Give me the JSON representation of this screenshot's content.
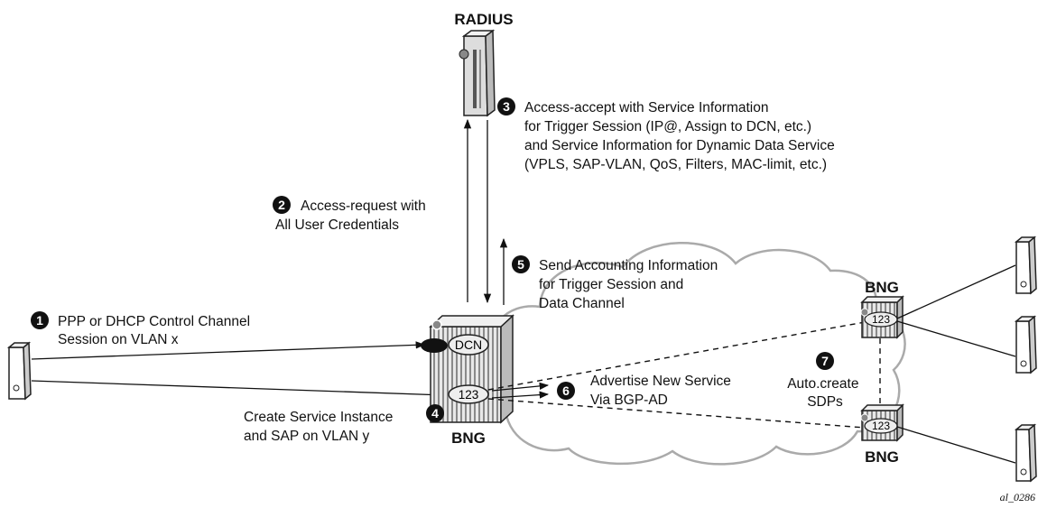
{
  "radius": {
    "label": "RADIUS"
  },
  "steps": [
    {
      "num": "1",
      "lines": [
        "PPP or DHCP Control Channel",
        "Session on VLAN x"
      ]
    },
    {
      "num": "2",
      "lines": [
        "Access-request with",
        "All User Credentials"
      ]
    },
    {
      "num": "3",
      "lines": [
        "Access-accept with Service Information",
        "for Trigger Session (IP@, Assign to DCN, etc.)",
        "and Service Information for Dynamic Data Service",
        "(VPLS, SAP-VLAN, QoS, Filters, MAC-limit, etc.)"
      ]
    },
    {
      "num": "4",
      "lines": [
        "Create Service Instance",
        "and SAP on VLAN y"
      ]
    },
    {
      "num": "5",
      "lines": [
        "Send Accounting Information",
        "for Trigger Session and",
        "Data Channel"
      ]
    },
    {
      "num": "6",
      "lines": [
        "Advertise New Service",
        "Via BGP-AD"
      ]
    },
    {
      "num": "7",
      "lines": [
        "Auto.create",
        "SDPs"
      ]
    }
  ],
  "bng_main": {
    "label": "BNG",
    "dcn": "DCN",
    "svc": "123"
  },
  "bng_top": {
    "label": "BNG",
    "svc": "123"
  },
  "bng_bottom": {
    "label": "BNG",
    "svc": "123"
  },
  "footer": "al_0286"
}
